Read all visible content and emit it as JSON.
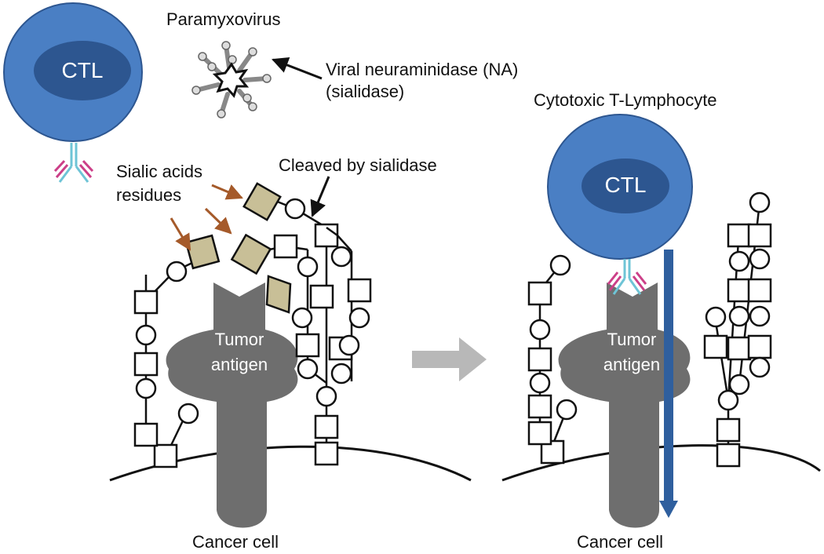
{
  "labels": {
    "paramyxovirus": "Paramyxovirus",
    "viral_na_line1": "Viral neuraminidase (NA)",
    "viral_na_line2": "(sialidase)",
    "cytotoxic_t": "Cytotoxic T-Lymphocyte",
    "sialic_line1": "Sialic acids",
    "sialic_line2": "residues",
    "cleaved": "Cleaved by sialidase",
    "ctl": "CTL",
    "tumor_line1": "Tumor",
    "tumor_line2": "antigen",
    "cancer_cell": "Cancer cell"
  },
  "colors": {
    "ctl_outer": "#4a7fc4",
    "ctl_inner": "#2d5690",
    "antigen": "#6e6e6e",
    "sialic_fill": "#c8bf97",
    "sialic_arrow": "#a55a2a",
    "blue_arrow": "#2f5f9e",
    "transition_arrow": "#b8b8b8",
    "receptor_pink": "#cc3f88",
    "receptor_cyan": "#6ec4d6"
  }
}
